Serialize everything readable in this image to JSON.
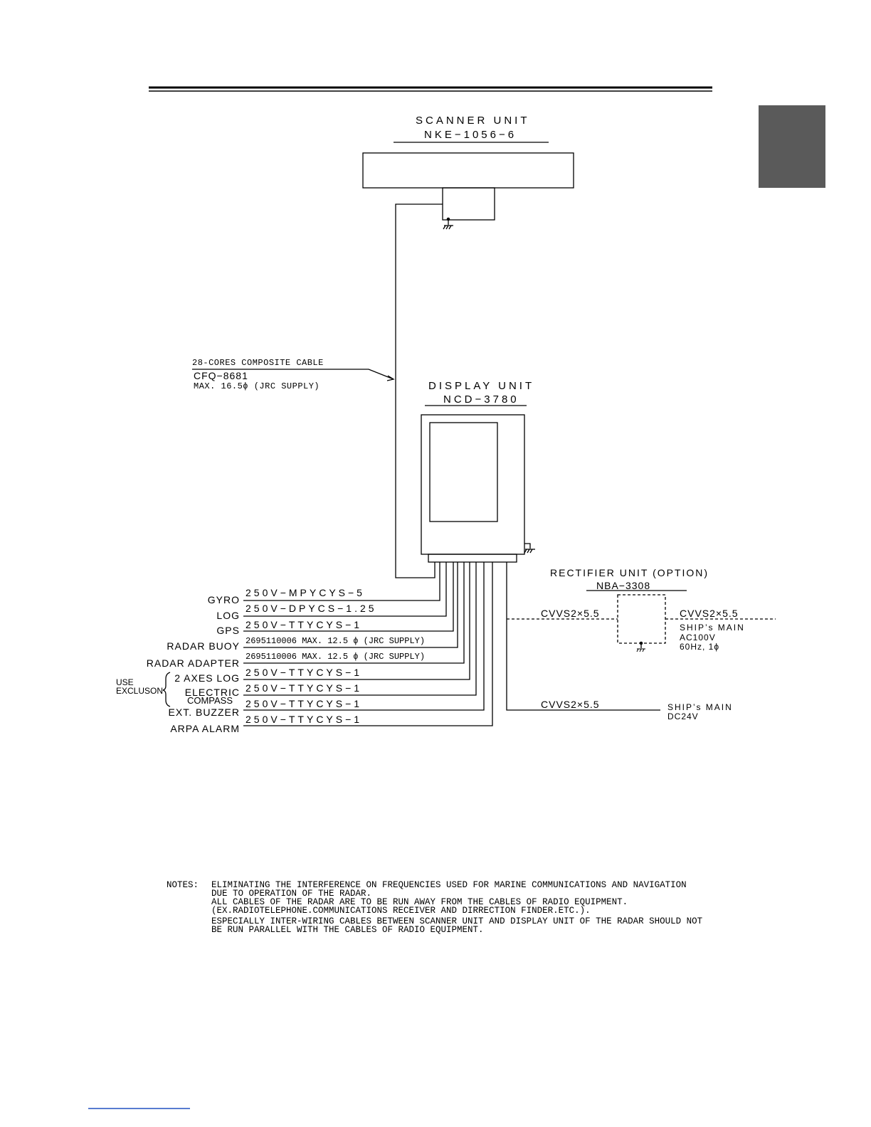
{
  "scanner": {
    "title": "SCANNER UNIT",
    "model": "NKE−1056−6"
  },
  "display": {
    "title": "DISPLAY UNIT",
    "model": "NCD−3780"
  },
  "cable_main": {
    "line1": "28-CORES COMPOSITE CABLE",
    "line2": "CFQ−8681",
    "line3": "MAX. 16.5ϕ (JRC SUPPLY)"
  },
  "rectifier": {
    "title": "RECTIFIER UNIT (OPTION)",
    "model": "NBA−3308",
    "in_cable": "CVVS2×5.5",
    "out_cable": "CVVS2×5.5",
    "ac_main": [
      "SHIP’s MAIN",
      "AC100V",
      "60Hz, 1ϕ"
    ]
  },
  "dc": {
    "cable": "CVVS2×5.5",
    "main": [
      "SHIP’s MAIN",
      "DC24V"
    ]
  },
  "inputs": [
    {
      "label": "GYRO",
      "cable": "250V−MPYCYS−5"
    },
    {
      "label": "LOG",
      "cable": "250V−DPYCS−1.25"
    },
    {
      "label": "GPS",
      "cable": "250V−TTYCYS−1"
    },
    {
      "label": "RADAR BUOY",
      "cable": "2695110006  MAX. 12.5 ϕ  (JRC SUPPLY)"
    },
    {
      "label": "RADAR ADAPTER",
      "cable": "2695110006  MAX. 12.5 ϕ  (JRC SUPPLY)"
    },
    {
      "label": "2 AXES LOG",
      "cable": "250V−TTYCYS−1"
    },
    {
      "label": "ELECTRIC",
      "cable": "250V−TTYCYS−1"
    },
    {
      "label": "EXT. BUZZER",
      "cable": "250V−TTYCYS−1"
    },
    {
      "label": "ARPA ALARM",
      "cable": "250V−TTYCYS−1"
    }
  ],
  "compass_label": "COMPASS",
  "use_exclusion": [
    "USE",
    "EXCLUSON"
  ],
  "notes": {
    "heading": "NOTES:",
    "lines": [
      "ELIMINATING THE INTERFERENCE ON FREQUENCIES USED FOR MARINE COMMUNICATIONS AND NAVIGATION",
      "DUE TO OPERATION OF THE RADAR.",
      "ALL CABLES OF THE RADAR ARE TO BE RUN AWAY FROM THE CABLES OF RADIO EQUIPMENT.",
      "(EX.RADIOTELEPHONE.COMMUNICATIONS RECEIVER AND DIRRECTION FINDER.ETC.).",
      "ESPECIALLY INTER-WIRING CABLES BETWEEN SCANNER UNIT AND DISPLAY UNIT OF THE RADAR SHOULD NOT",
      "BE RUN PARALLEL WITH THE CABLES OF RADIO EQUIPMENT."
    ]
  }
}
